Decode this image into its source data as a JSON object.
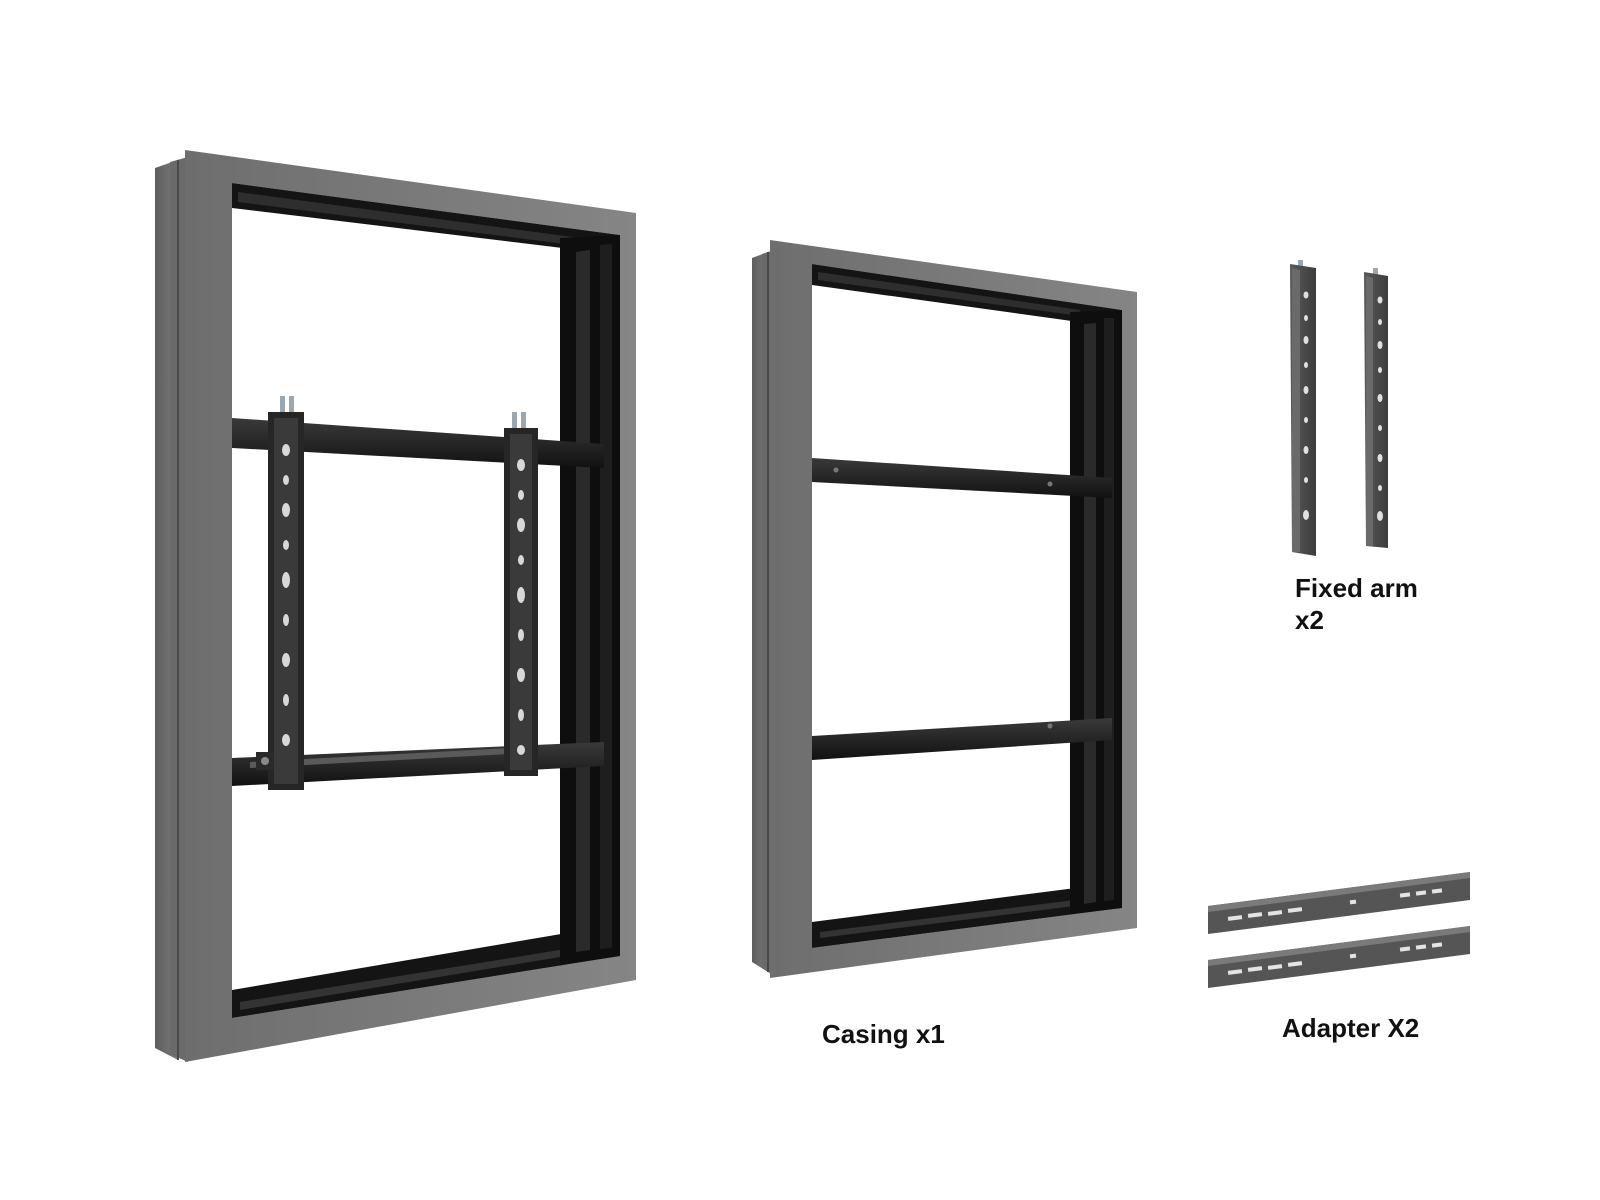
{
  "labels": {
    "casing": "Casing x1",
    "fixed_arm_line1": "Fixed arm",
    "fixed_arm_line2": "x2",
    "adapter": "Adapter X2"
  },
  "colors": {
    "background": "#ffffff",
    "casing_frame": "#7b7b7b",
    "casing_edge": "#5a5a5a",
    "interior": "#111111",
    "bracket": "#4a4a4a",
    "text": "#111111"
  }
}
